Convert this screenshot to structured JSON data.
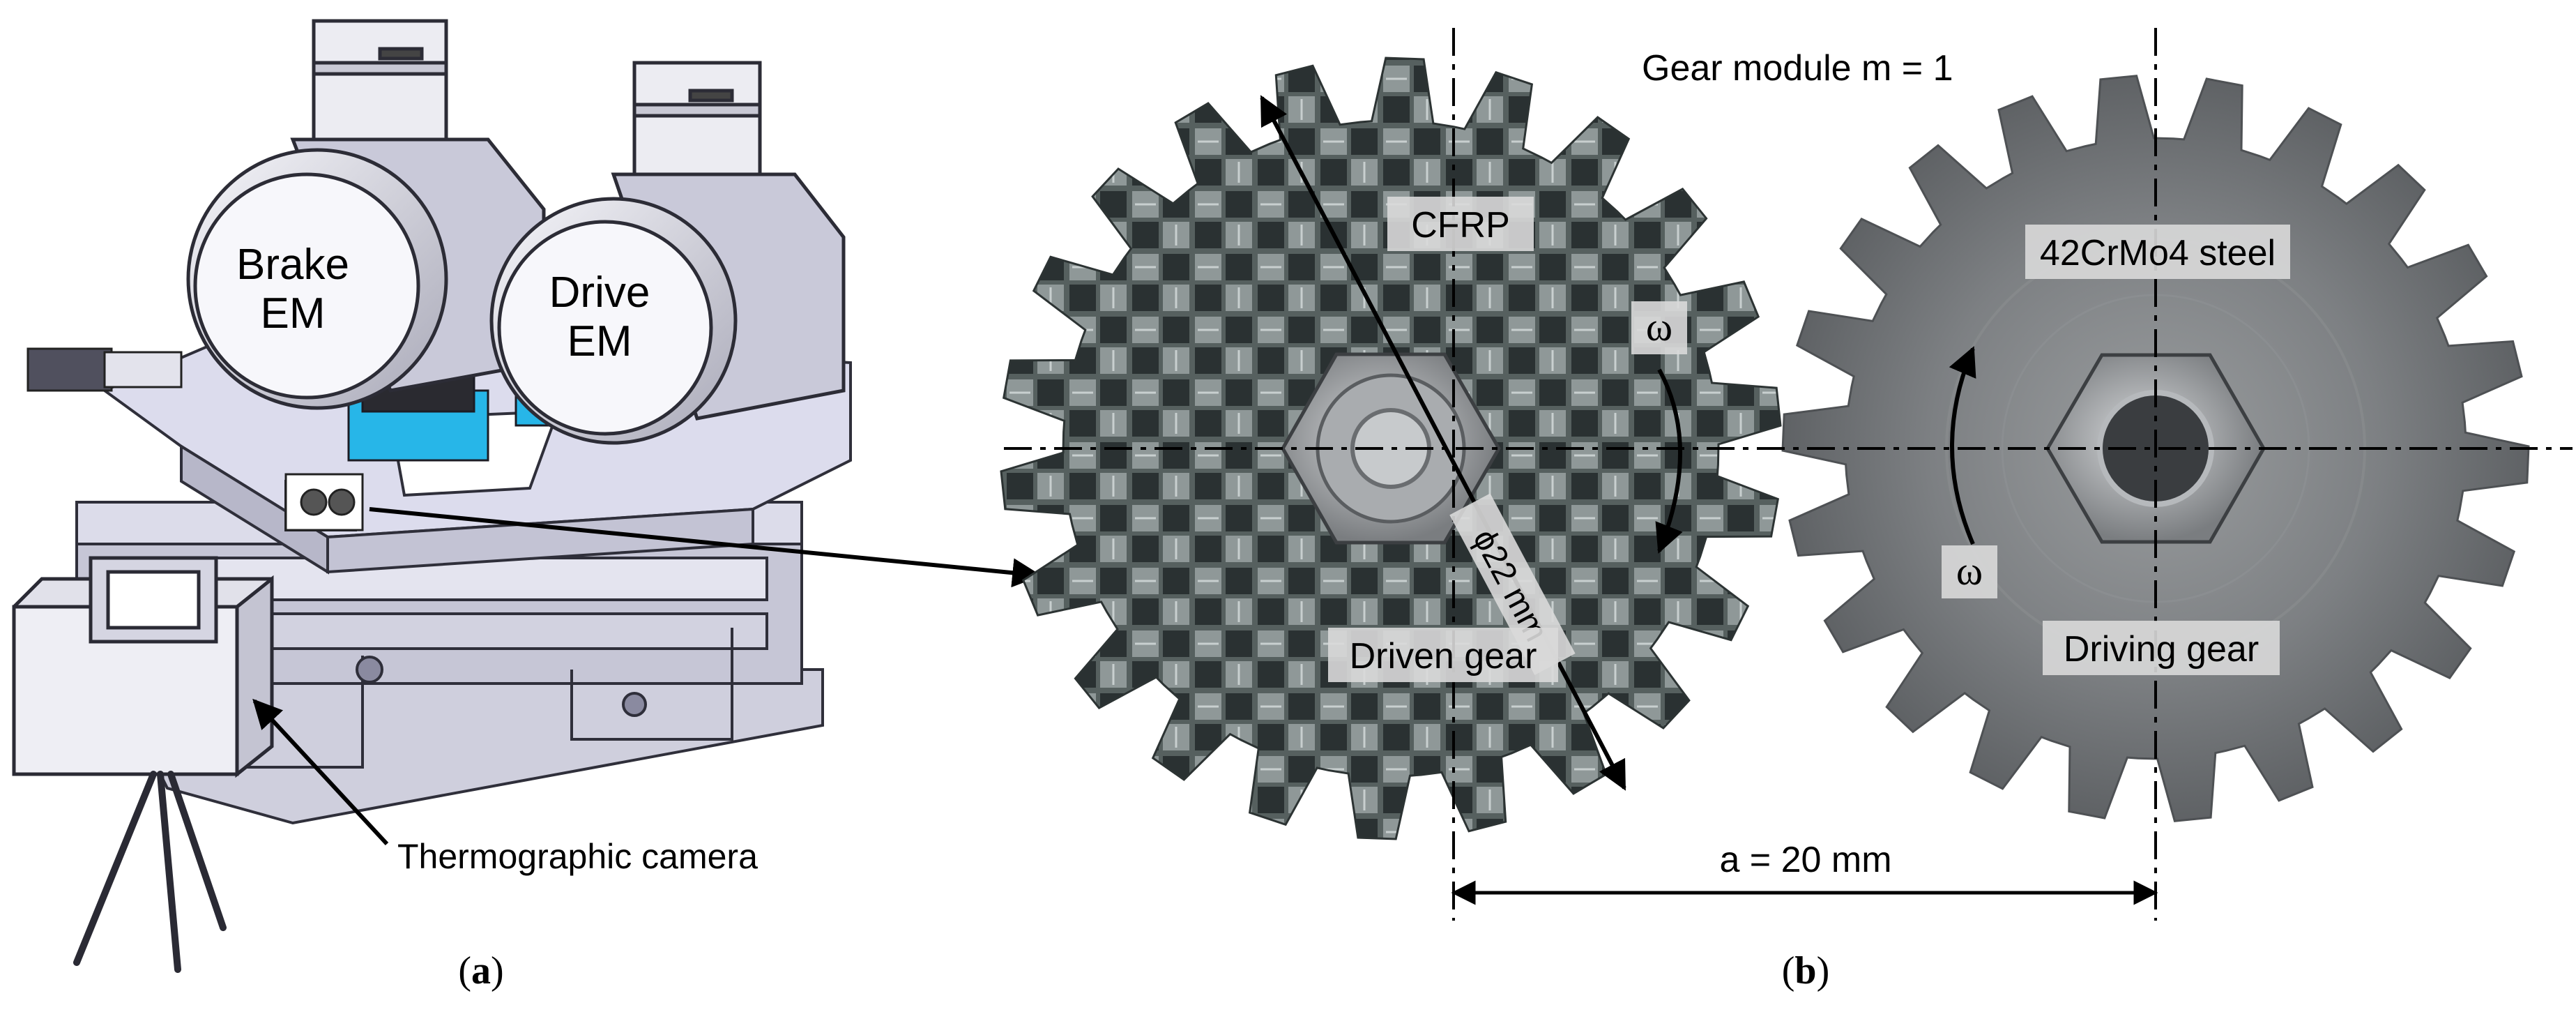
{
  "panel_a": {
    "label_open": "(",
    "label_letter": "a",
    "label_close": ")",
    "brake_line1": "Brake",
    "brake_line2": "EM",
    "drive_line1": "Drive",
    "drive_line2": "EM",
    "camera_label": "Thermographic camera"
  },
  "panel_b": {
    "label_open": "(",
    "label_letter": "b",
    "label_close": ")",
    "gear_module": "Gear module m = 1",
    "cfrp_label": "CFRP",
    "steel_label": "42CrMo4 steel",
    "omega_left": "ω",
    "omega_right": "ω",
    "diameter_label": "ϕ22 mm",
    "driven_gear_label": "Driven gear",
    "driving_gear_label": "Driving gear",
    "center_distance_label": "a = 20 mm"
  },
  "colors": {
    "cfrp_fill": "#4a5455",
    "cfrp_light": "#8d9696",
    "steel_fill": "#6e7173",
    "motor_fill": "#e8e8ee",
    "frame_fill": "#d8d8e6",
    "sensor_blue": "#27b6e8",
    "label_box": "#d9d9d9"
  }
}
